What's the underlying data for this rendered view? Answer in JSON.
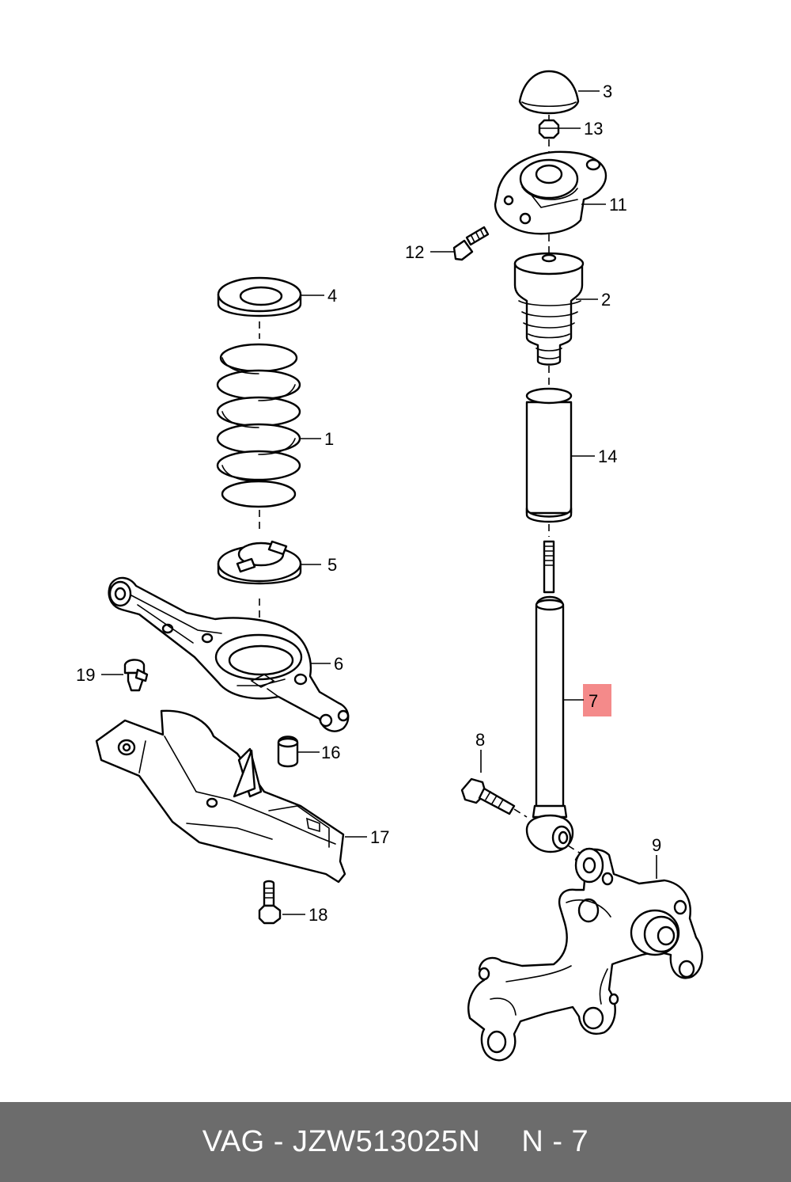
{
  "colors": {
    "footer_bg": "#6c6c6c",
    "footer_text": "#ffffff",
    "highlight": "#f48a8a"
  },
  "callouts": {
    "c1": "1",
    "c2": "2",
    "c3": "3",
    "c4": "4",
    "c5": "5",
    "c6": "6",
    "c7": "7",
    "c8": "8",
    "c9": "9",
    "c11": "11",
    "c12": "12",
    "c13": "13",
    "c14": "14",
    "c16": "16",
    "c17": "17",
    "c18": "18",
    "c19": "19"
  },
  "highlighted_callout": "7",
  "footer": {
    "brand": "VAG",
    "separator": "-",
    "part_number": "JZW513025N",
    "position": "N - 7"
  }
}
